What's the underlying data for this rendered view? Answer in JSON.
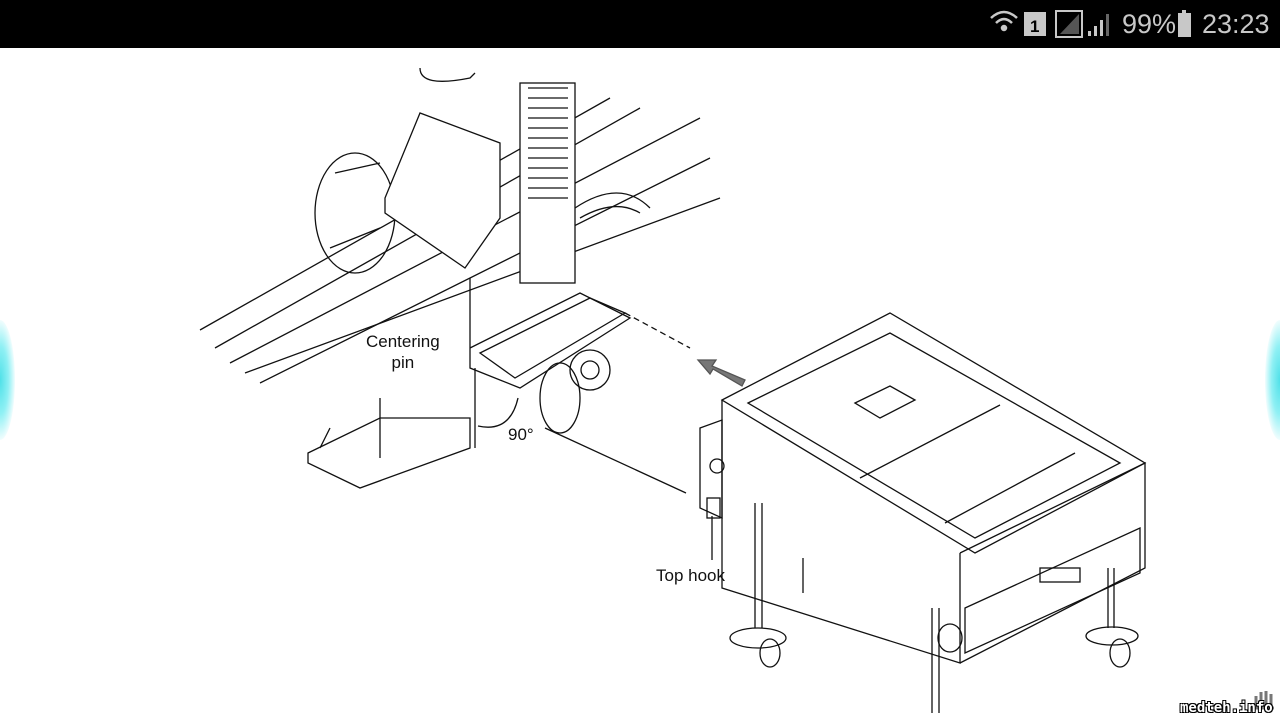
{
  "status_bar": {
    "icons": [
      "wifi-data-icon",
      "sim1-icon",
      "no-signal-sim-icon",
      "signal-icon",
      "battery-icon"
    ],
    "battery_percent": "99%",
    "time": "23:23"
  },
  "diagram": {
    "labels": {
      "centering_pin_line1": "Centering",
      "centering_pin_line2": "pin",
      "angle": "90°",
      "top_hook": "Top hook"
    }
  },
  "watermark": "medteh.info",
  "colors": {
    "status_bg": "#000000",
    "edge_glow": "#4fe0e8"
  }
}
